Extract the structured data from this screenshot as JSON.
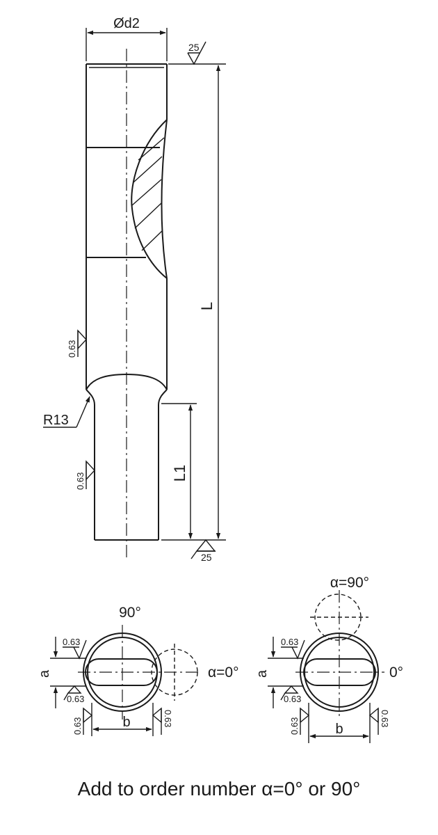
{
  "labels": {
    "d2": "Ød2",
    "roughness_top": "25",
    "roughness_bottom": "25",
    "length": "L",
    "length_1": "L1",
    "radius": "R13",
    "roughness_shank_upper": "0.63",
    "roughness_shank_lower": "0.63"
  },
  "view_left": {
    "angle_top": "90°",
    "alpha_label": "α=0°",
    "dim_a": "a",
    "dim_b": "b",
    "roughness_1": "0.63",
    "roughness_2": "0.63",
    "roughness_3": "0.63",
    "roughness_4": "0.63"
  },
  "view_right": {
    "alpha_label": "α=90°",
    "angle_right": "0°",
    "dim_a": "a",
    "dim_b": "b",
    "roughness_1": "0.63",
    "roughness_2": "0.63",
    "roughness_3": "0.63",
    "roughness_4": "0.63"
  },
  "caption": "Add to order number α=0° or 90°"
}
